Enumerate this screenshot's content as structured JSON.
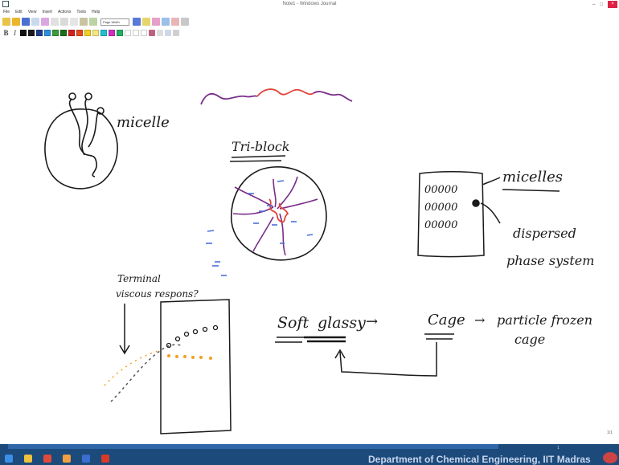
{
  "window": {
    "title": "Note1 - Windows Journal",
    "minimize": "–",
    "maximize": "□",
    "close": "×"
  },
  "menu": [
    "File",
    "Edit",
    "View",
    "Insert",
    "Actions",
    "Tools",
    "Help"
  ],
  "toolbar": {
    "zoom": "Page Width"
  },
  "colors": {
    "pen_black": "#1a1a1a",
    "pen_purple": "#7a2d8a",
    "pen_red": "#e0443a",
    "pen_blue": "#4a70d8",
    "pen_orange": "#f0a020",
    "taskbar": "#1c4a7b"
  },
  "palette": [
    "#111111",
    "#1a1a1a",
    "#1d3b8f",
    "#2b8fe0",
    "#3a9a3a",
    "#1b6d1b",
    "#d12020",
    "#e64a19",
    "#f0d020",
    "#f5e880",
    "#20c0d0",
    "#d030c0",
    "#20b060",
    "#ffffff",
    "#ffffff",
    "#ffffff"
  ],
  "notes": {
    "micelle": "micelle",
    "triblock": "Tri-block",
    "micelles": "micelles",
    "dispersed1": "dispersed",
    "dispersed2": "phase system",
    "terminal1": "Terminal",
    "terminal2": "viscous respons?",
    "soft": "Soft",
    "glassy": "glassy",
    "arrow1": "→",
    "cage": "Cage",
    "arrow2": "→",
    "particle": "particle frozen",
    "cage2": "cage",
    "grid_row1": "00000",
    "grid_row2": "00000",
    "grid_row3": "00000"
  },
  "page_number": "1/1",
  "taskbar_page": "1",
  "watermark": "Department of Chemical Engineering, IIT Madras"
}
